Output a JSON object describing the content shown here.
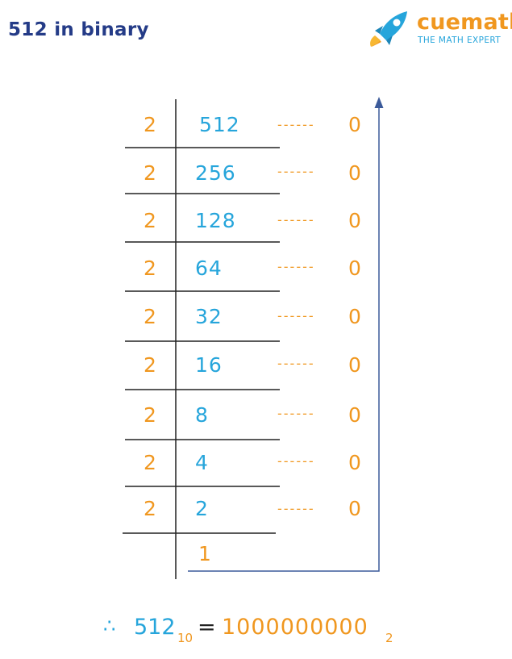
{
  "title": "512 in binary",
  "logo": {
    "name": "cuemath",
    "tagline": "THE MATH EXPERT"
  },
  "division": {
    "divisor": "2",
    "rows": [
      {
        "quotient": "512",
        "remainder": "0"
      },
      {
        "quotient": "256",
        "remainder": "0"
      },
      {
        "quotient": "128",
        "remainder": "0"
      },
      {
        "quotient": "64",
        "remainder": "0"
      },
      {
        "quotient": "32",
        "remainder": "0"
      },
      {
        "quotient": "16",
        "remainder": "0"
      },
      {
        "quotient": "8",
        "remainder": "0"
      },
      {
        "quotient": "4",
        "remainder": "0"
      },
      {
        "quotient": "2",
        "remainder": "0"
      }
    ],
    "final_quotient": "1",
    "dots": "------"
  },
  "result": {
    "therefore": "∴",
    "decimal": "512",
    "decimal_base": "10",
    "equals": "=",
    "binary": "1000000000",
    "binary_base": "2"
  },
  "colors": {
    "title": "#243b87",
    "orange": "#f0971f",
    "blue": "#26a5db",
    "arrow": "#3b5a9a",
    "lines": "#222222"
  }
}
